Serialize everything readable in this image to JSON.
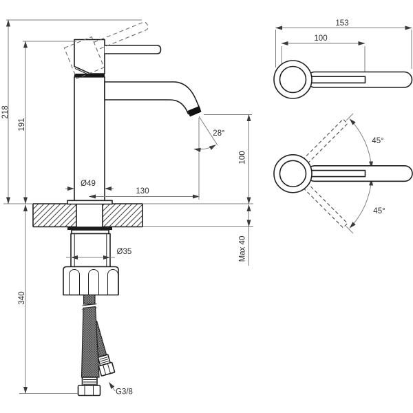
{
  "drawing": {
    "kind": "technical dimension drawing",
    "subject": "single-lever basin mixer tap",
    "views": {
      "front": {
        "labels": {
          "total_height": "218",
          "body_height": "191",
          "hose_length": "340",
          "base_diameter": "Ø49",
          "spout_reach": "130",
          "shank_diameter": "Ø35",
          "spout_angle": "28°",
          "spout_height": "100",
          "max_deck_thickness": "Max 40",
          "connection_thread": "G3/8"
        }
      },
      "top": {
        "labels": {
          "overall_length": "153",
          "spout_length": "100"
        }
      },
      "swivel": {
        "labels": {
          "swivel_up": "45°",
          "swivel_down": "45°"
        }
      }
    },
    "colors": {
      "line": "#1f1f1f",
      "dimension_line": "#7d7d7d",
      "background": "#ffffff"
    }
  }
}
